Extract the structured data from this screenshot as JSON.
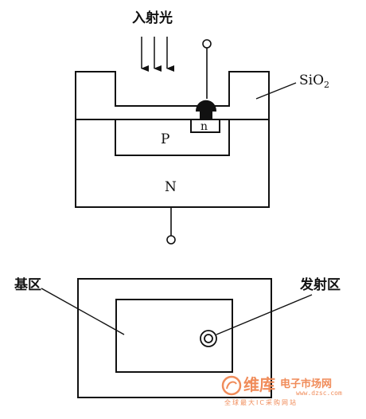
{
  "labels": {
    "incident_light": "入射光",
    "oxide_main": "SiO",
    "oxide_sub": "2",
    "p_region": "P",
    "n_region": "N",
    "n_emitter": "n",
    "base_region": "基区",
    "emitter_region": "发射区"
  },
  "watermark": {
    "brand": "维库",
    "tagline_main": "电子市场网",
    "url": "www.dzsc.com",
    "tagline_sub": "全球最大IC采购网站",
    "color": "#f08c5a"
  }
}
